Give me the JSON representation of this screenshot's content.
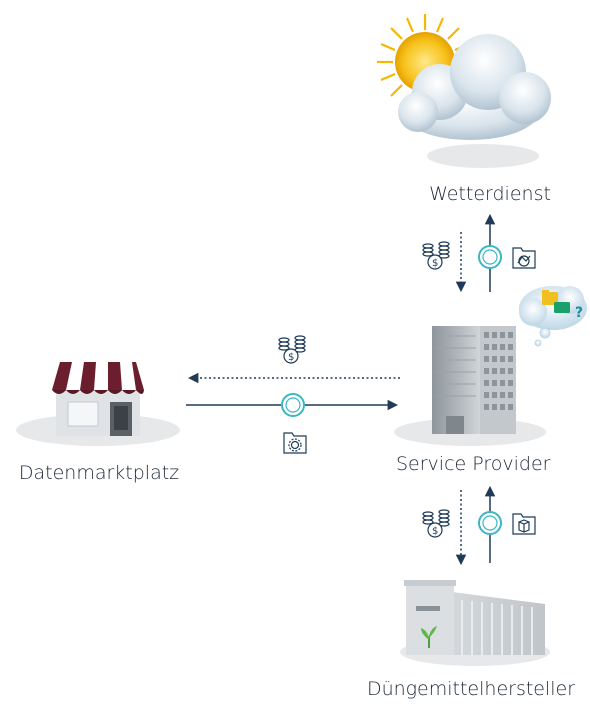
{
  "nodes": {
    "weather_service": "Wetterdienst",
    "service_provider": "Service Provider",
    "data_marketplace": "Datenmarktplatz",
    "fertilizer_manufacturer": "Düngemittelhersteller"
  },
  "icons": {
    "sun_cloud": "weather-icon",
    "office_tower": "building-icon",
    "storefront": "shop-icon",
    "factory": "factory-icon",
    "thought_cloud": "folder-question-icon",
    "coins": "coins-icon",
    "data_folder": "folder-icon"
  },
  "colors": {
    "arrow": "#1f3b57",
    "ring": "#3bb6c4",
    "sun": "#f5b800",
    "awning": "#6b1f2e",
    "ground": "#e6e8ea"
  }
}
